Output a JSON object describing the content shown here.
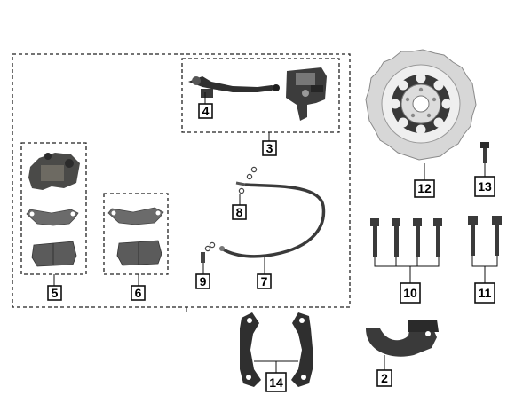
{
  "callouts": [
    {
      "id": "c1",
      "label": "4"
    },
    {
      "id": "c2",
      "label": "3"
    },
    {
      "id": "c3",
      "label": "5"
    },
    {
      "id": "c4",
      "label": "6"
    },
    {
      "id": "c5",
      "label": "8"
    },
    {
      "id": "c6",
      "label": "9"
    },
    {
      "id": "c7",
      "label": "7"
    },
    {
      "id": "c8",
      "label": "12"
    },
    {
      "id": "c9",
      "label": "13"
    },
    {
      "id": "c10",
      "label": "10"
    },
    {
      "id": "c11",
      "label": "11"
    },
    {
      "id": "c12",
      "label": "14"
    },
    {
      "id": "c13",
      "label": "2"
    }
  ],
  "colors": {
    "line": "#111111",
    "dash": "#222222",
    "part_dark": "#3a3a3a",
    "part_mid": "#6e6e6e",
    "part_light": "#b9b9b9",
    "disc_light": "#d8d8d8"
  }
}
